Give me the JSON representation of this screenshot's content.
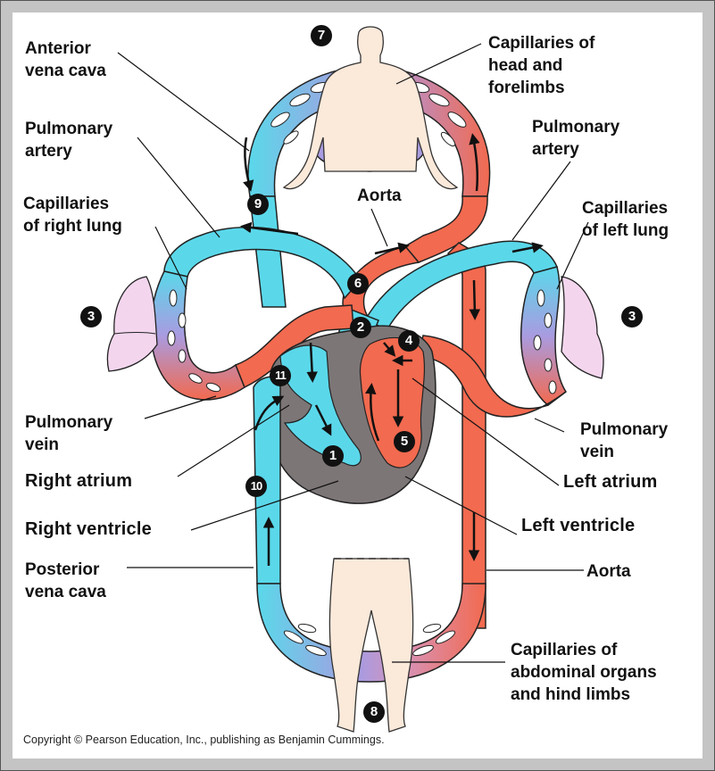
{
  "diagram": {
    "title": "Double circulation in a mammal",
    "labels": {
      "anterior_vena_cava": "Anterior\nvena cava",
      "pulmonary_artery_left_side": "Pulmonary\nartery",
      "capillaries_right_lung": "Capillaries\nof right lung",
      "pulmonary_vein_left_side": "Pulmonary\nvein",
      "right_atrium": "Right atrium",
      "right_ventricle": "Right ventricle",
      "posterior_vena_cava": "Posterior\nvena cava",
      "capillaries_head_forelimbs": "Capillaries of\nhead and\nforelimbs",
      "pulmonary_artery_right_side": "Pulmonary\nartery",
      "aorta_top": "Aorta",
      "capillaries_left_lung": "Capillaries\nof left lung",
      "pulmonary_vein_right_side": "Pulmonary\nvein",
      "left_atrium": "Left atrium",
      "left_ventricle": "Left ventricle",
      "aorta_bottom": "Aorta",
      "capillaries_abdominal_hind": "Capillaries of\nabdominal organs\nand hind limbs"
    },
    "step_markers": [
      "1",
      "2",
      "3",
      "3",
      "4",
      "5",
      "6",
      "7",
      "8",
      "9",
      "10",
      "11"
    ],
    "copyright": "Copyright © Pearson Education, Inc., publishing as Benjamin Cummings.",
    "colors": {
      "oxygen_poor_blood": "#5ad8ea",
      "oxygen_rich_blood": "#f26a4f",
      "capillary_mix": "#a99be0",
      "heart_wall": "#7d7677",
      "lung": "#f3d6ee",
      "body_skin": "#fbe9da",
      "frame": "#c4c4c4"
    }
  }
}
